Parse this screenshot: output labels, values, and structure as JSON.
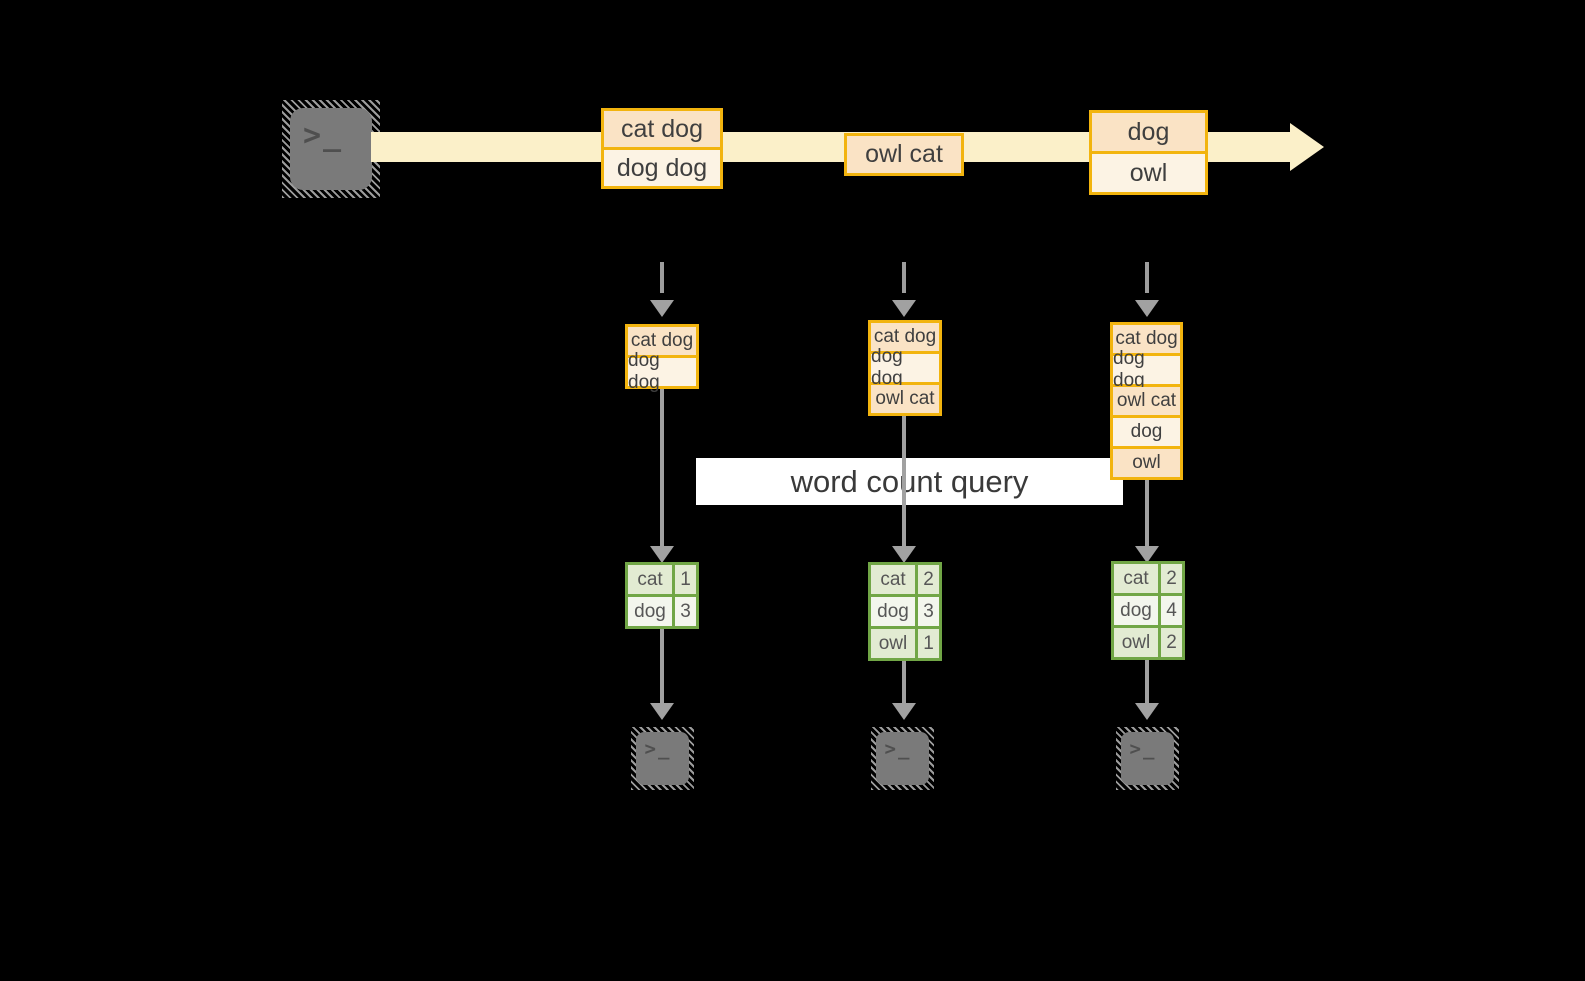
{
  "query_label": "word count query",
  "terminal_glyph": ">_",
  "stream": {
    "records": [
      {
        "lines": [
          "cat dog",
          "dog dog"
        ]
      },
      {
        "lines": [
          "owl cat"
        ]
      },
      {
        "lines": [
          "dog",
          "owl"
        ]
      }
    ]
  },
  "workers": [
    {
      "buffer": [
        "cat dog",
        "dog dog"
      ],
      "counts": [
        [
          "cat",
          "1"
        ],
        [
          "dog",
          "3"
        ]
      ]
    },
    {
      "buffer": [
        "cat dog",
        "dog dog",
        "owl cat"
      ],
      "counts": [
        [
          "cat",
          "2"
        ],
        [
          "dog",
          "3"
        ],
        [
          "owl",
          "1"
        ]
      ]
    },
    {
      "buffer": [
        "cat dog",
        "dog dog",
        "owl cat",
        "dog",
        "owl"
      ],
      "counts": [
        [
          "cat",
          "2"
        ],
        [
          "dog",
          "4"
        ],
        [
          "owl",
          "2"
        ]
      ]
    }
  ],
  "colors": {
    "background": "#000000",
    "stream_band": "#fbf0c9",
    "record_border": "#f2b40e",
    "record_fill_peach": "#fae3c5",
    "record_fill_cream": "#fcf3e4",
    "table_border": "#71a646",
    "table_fill_dark": "#e2ebd2",
    "table_fill_light": "#f3f6ed",
    "arrow_gray": "#a1a1a1",
    "terminal_gray": "#7a7a7a",
    "query_box": "#ffffff"
  }
}
